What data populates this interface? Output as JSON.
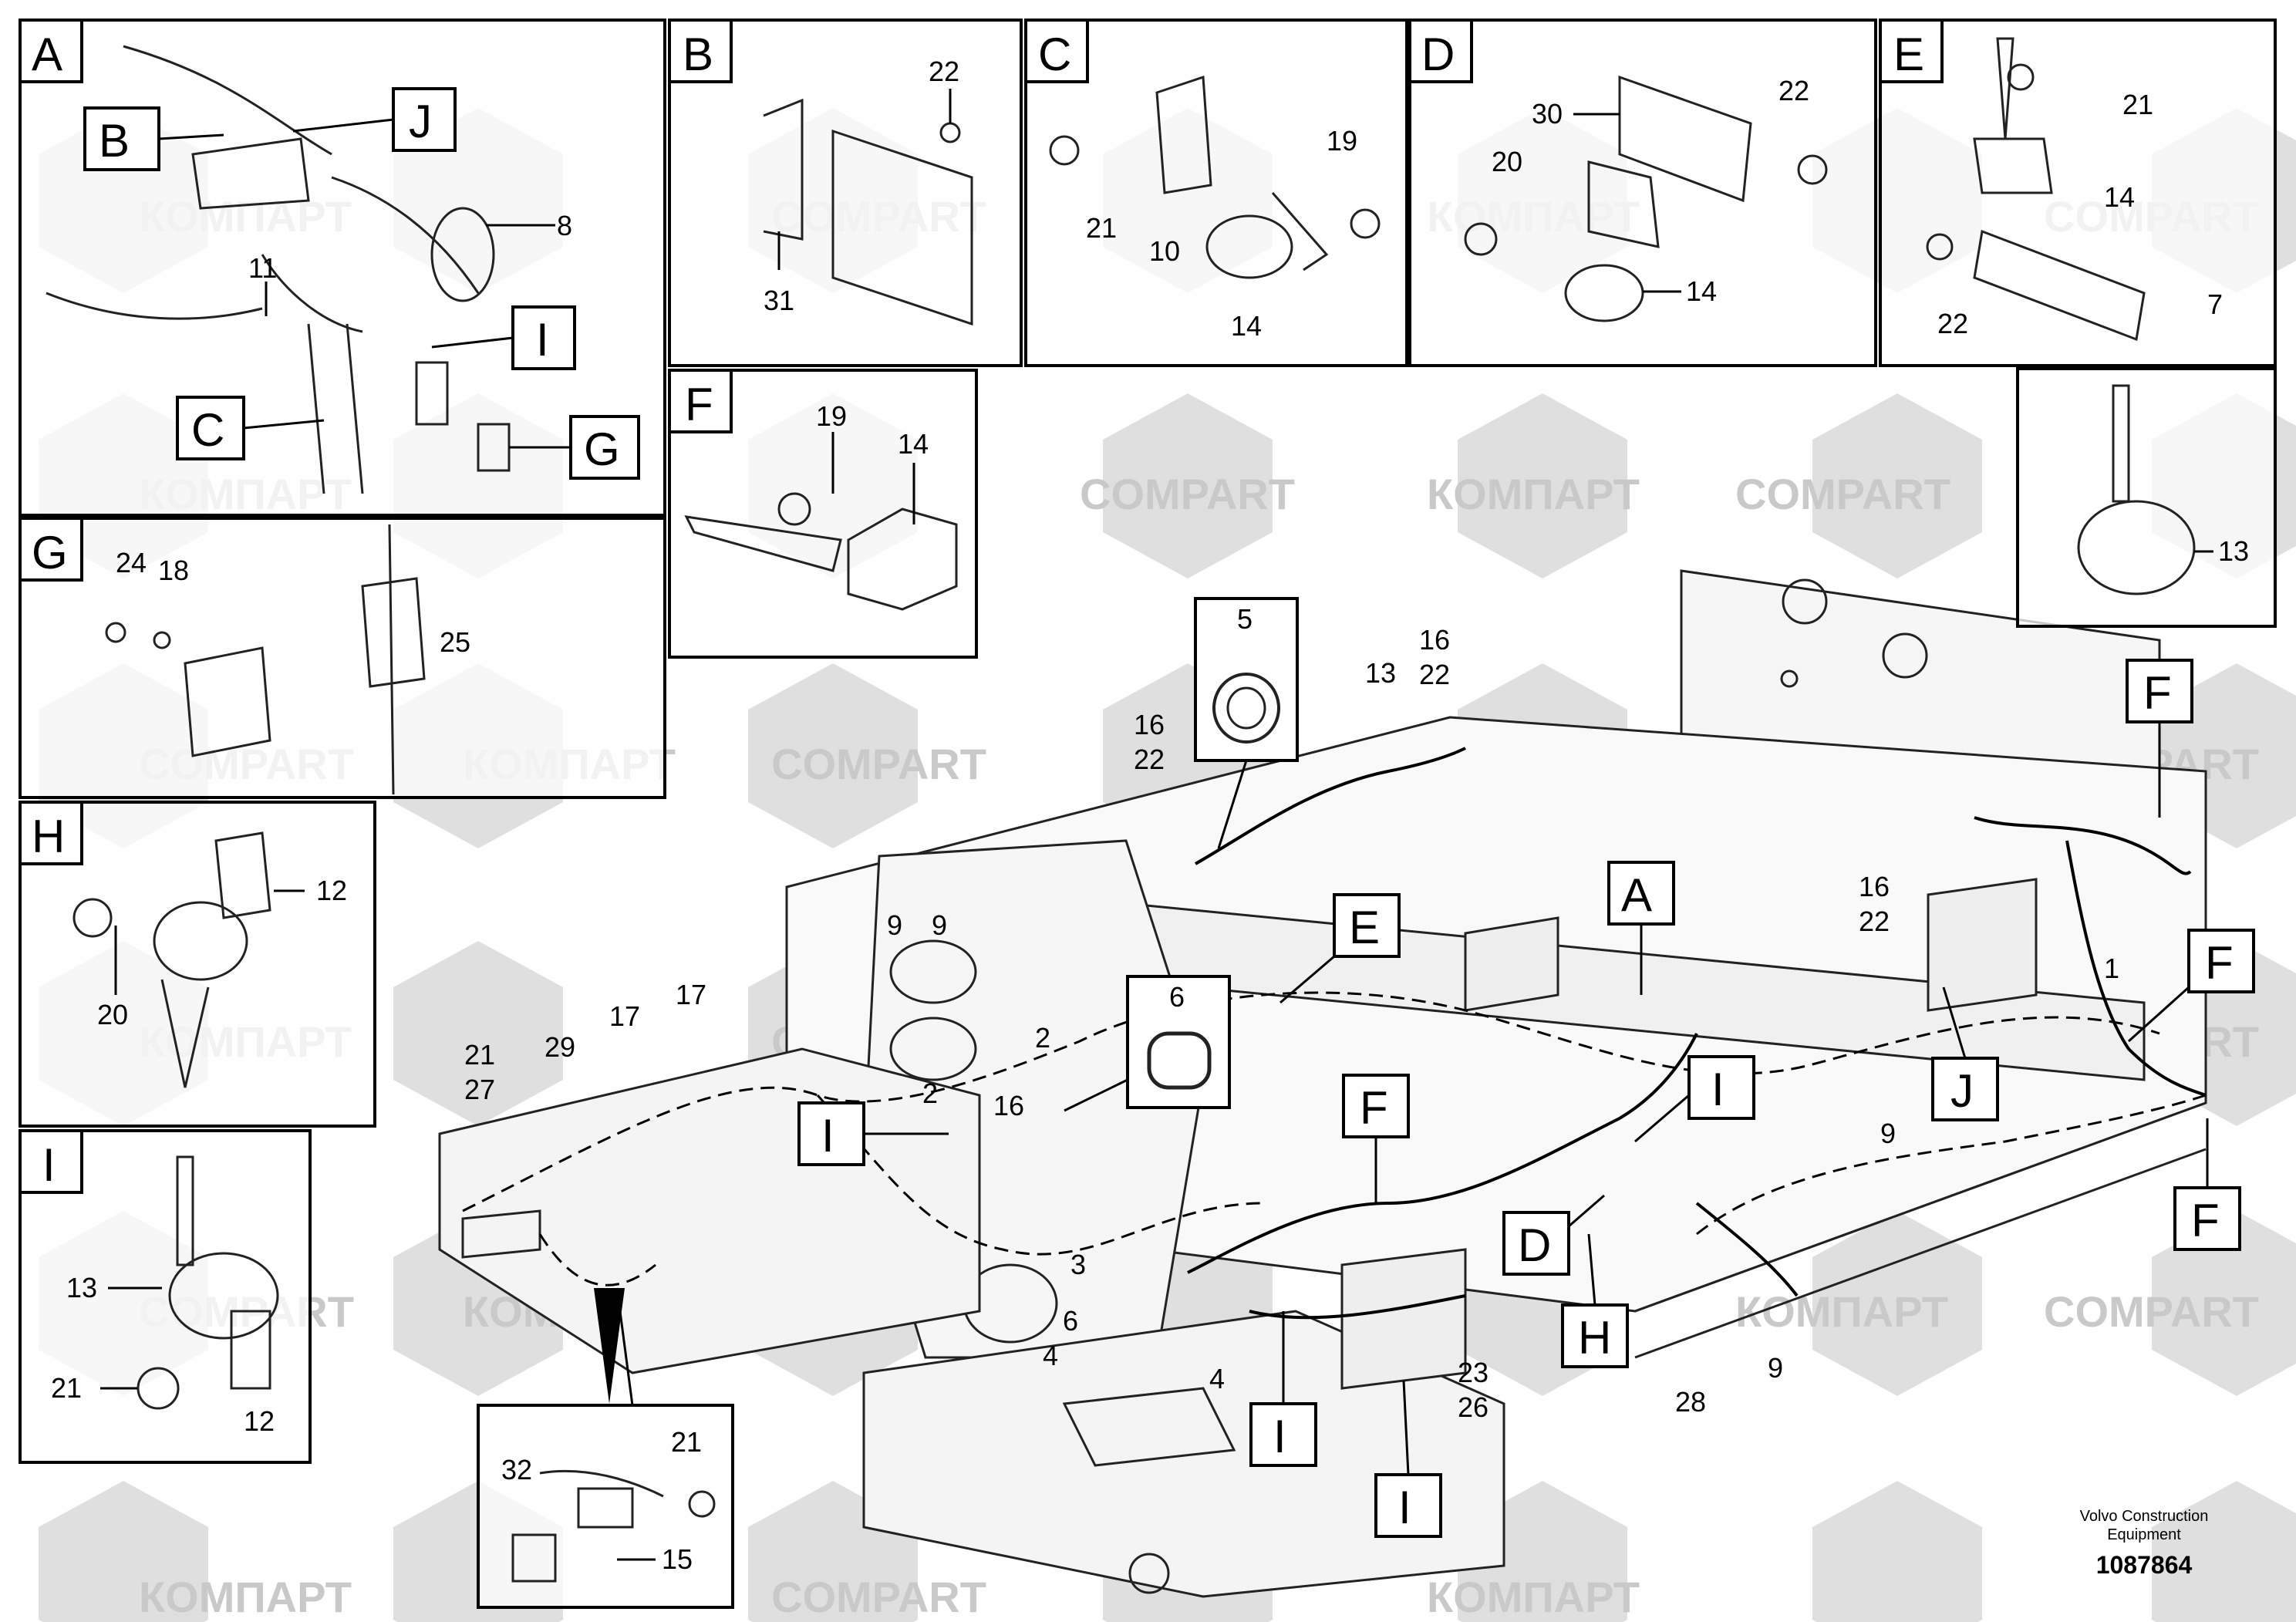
{
  "document": {
    "publisher_line1": "Volvo Construction",
    "publisher_line2": "Equipment",
    "drawing_number": "1087864"
  },
  "watermarks": [
    "КОМПАРТ",
    "COMPART"
  ],
  "panels": {
    "A": {
      "letter": "A",
      "sub_tags": [
        "B",
        "J",
        "I",
        "C",
        "G"
      ],
      "callouts": [
        "8",
        "11"
      ]
    },
    "B": {
      "letter": "B",
      "callouts": [
        "22",
        "31"
      ]
    },
    "C": {
      "letter": "C",
      "callouts": [
        "19",
        "21",
        "10",
        "14"
      ]
    },
    "D": {
      "letter": "D",
      "callouts": [
        "30",
        "22",
        "20",
        "14"
      ]
    },
    "E": {
      "letter": "E",
      "callouts": [
        "21",
        "14",
        "22",
        "7"
      ]
    },
    "E2": {
      "callouts": [
        "13"
      ]
    },
    "F": {
      "letter": "F",
      "callouts": [
        "19",
        "14"
      ]
    },
    "G": {
      "letter": "G",
      "callouts": [
        "24",
        "18",
        "25"
      ]
    },
    "H": {
      "letter": "H",
      "callouts": [
        "12",
        "20"
      ]
    },
    "I": {
      "letter": "I",
      "callouts": [
        "13",
        "21",
        "12"
      ]
    },
    "bottom_detail": {
      "callouts": [
        "32",
        "21",
        "15"
      ]
    },
    "ring_detail": {
      "callouts": [
        "5"
      ]
    },
    "grommet_detail": {
      "callouts": [
        "6"
      ]
    }
  },
  "main_view": {
    "tags": [
      "A",
      "E",
      "F",
      "F",
      "F",
      "F",
      "I",
      "I",
      "I",
      "I",
      "J",
      "D",
      "H"
    ],
    "callouts": [
      "16",
      "22",
      "13",
      "16",
      "22",
      "16",
      "22",
      "9",
      "9",
      "2",
      "2",
      "16",
      "17",
      "17",
      "29",
      "21",
      "27",
      "3",
      "6",
      "4",
      "4",
      "1",
      "9",
      "9",
      "28",
      "23",
      "26"
    ]
  }
}
